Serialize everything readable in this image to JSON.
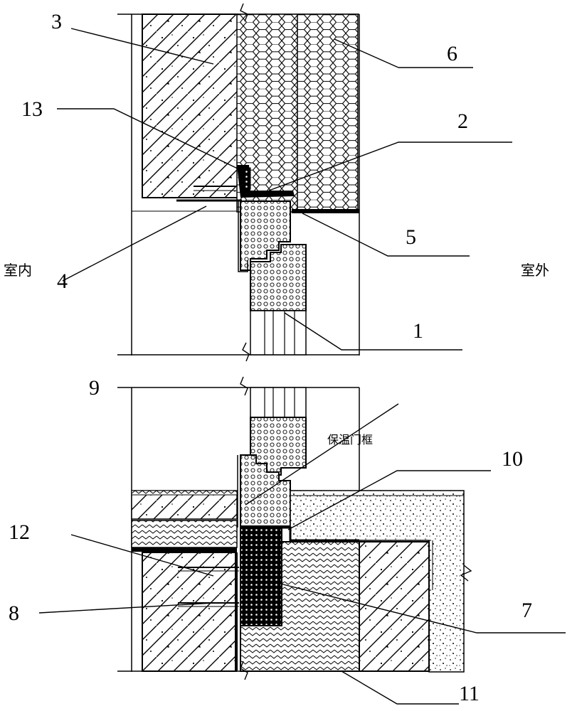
{
  "diagram": {
    "indoor_label": "室内",
    "outdoor_label": "室外",
    "frame_note": "保温门框",
    "callouts": [
      "1",
      "2",
      "3",
      "4",
      "5",
      "6",
      "7",
      "8",
      "9",
      "10",
      "11",
      "12",
      "13"
    ]
  }
}
